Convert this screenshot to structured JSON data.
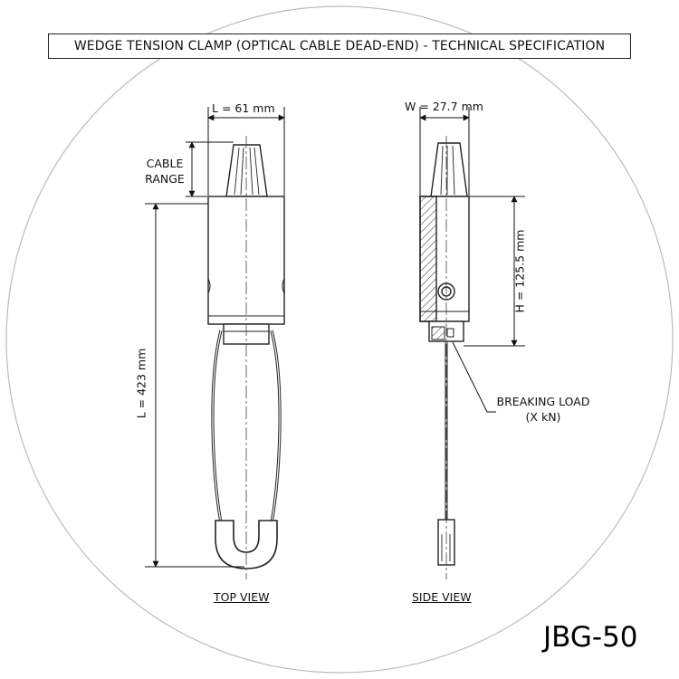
{
  "title": "WEDGE TENSION CLAMP (OPTICAL CABLE DEAD-END) - TECHNICAL SPECIFICATION",
  "dimensions": {
    "length_top": "L = 61 mm",
    "cable_range": "CABLE\nRANGE",
    "total_length": "L = 423 mm",
    "width_side": "W = 27.7 mm",
    "height_side": "H = 125.5 mm"
  },
  "annotations": {
    "breaking_load": "BREAKING LOAD\n(X kN)"
  },
  "views": {
    "top": "TOP VIEW",
    "side": "SIDE VIEW"
  },
  "model": "JBG-50"
}
